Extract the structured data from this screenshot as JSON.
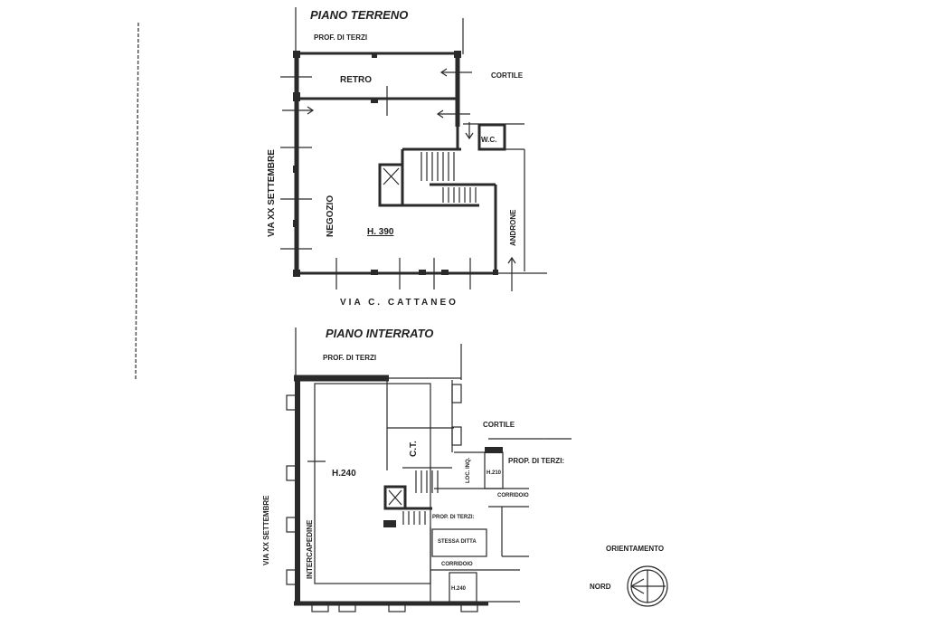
{
  "ground_floor": {
    "title": "PIANO TERRENO",
    "north_neighbor": "PROF. DI TERZI",
    "rooms": {
      "retro": "RETRO",
      "negozio": "NEGOZIO",
      "wc": "W.C.",
      "androne": "ANDRONE"
    },
    "height": "H. 390",
    "courtyard": "CORTILE",
    "west_street": "VIA XX SETTEMBRE",
    "south_street": "VIA C. CATTANEO"
  },
  "basement": {
    "title": "PIANO INTERRATO",
    "north_neighbor": "PROF. DI TERZI",
    "courtyard": "CORTILE",
    "rooms": {
      "main_height": "H.240",
      "ct": "C.T.",
      "intercapedine": "INTERCAPEDINE",
      "loc": "LOC. INQ.",
      "h210": "H.210",
      "prop_terzi_1": "PROP. DI TERZI:",
      "corridoio_1": "CORRIDOIO",
      "prop_terzi_2": "PROP. DI TERZI:",
      "stessa_ditta": "STESSA DITTA",
      "corridoio_2": "CORRIDOIO",
      "h240_small": "H.240"
    },
    "west_street": "VIA XX SETTEMBRE"
  },
  "orientation": {
    "title": "ORIENTAMENTO",
    "label": "NORD"
  }
}
